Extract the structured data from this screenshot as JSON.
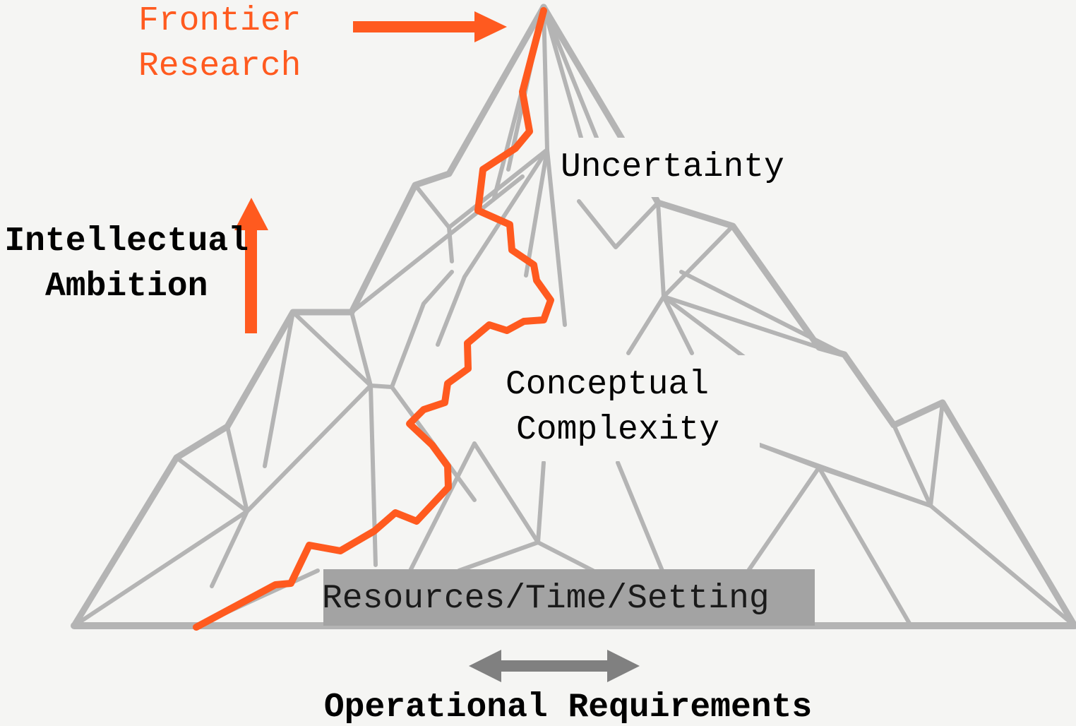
{
  "labels": {
    "frontier_line1": "Frontier",
    "frontier_line2": "Research",
    "uncertainty": "Uncertainty",
    "complexity_line1": "Conceptual",
    "complexity_line2": "Complexity",
    "resources": "Resources/Time/Setting",
    "ambition_line1": "Intellectual",
    "ambition_line2": "Ambition",
    "operational": "Operational Requirements"
  },
  "colors": {
    "accent": "#ff5a1f",
    "mesh": "#b4b4b4",
    "background": "#f5f5f3",
    "resources_box": "#a3a3a3",
    "double_arrow": "#808080",
    "text": "#000000"
  }
}
